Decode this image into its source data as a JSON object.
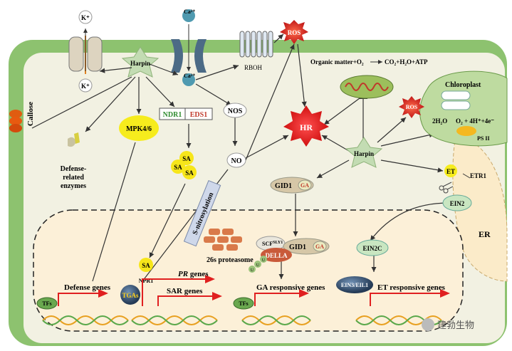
{
  "labels": {
    "k_top": "K⁺",
    "k_bottom": "K⁺",
    "ca_top": "Ca²⁺",
    "ca_bottom": "Ca²⁺",
    "harpin_top": "Harpin",
    "harpin_center": "Harpin",
    "rboh": "RBOH",
    "ros_top": "ROS",
    "ros_chloro": "ROS",
    "callose": "Callose",
    "organic": "Organic matter+O₂",
    "co2": "CO₂+H₂O+ATP",
    "chloroplast": "Chloroplast",
    "h2o": "2H₂O",
    "o2": "O₂ + 4H⁺+4e⁻",
    "ps2": "PS II",
    "ndr1": "NDR1",
    "eds1": "EDS1",
    "nos": "NOS",
    "hr": "HR",
    "mpk": "MPK4/6",
    "sa1": "SA",
    "sa2": "SA",
    "sa3": "SA",
    "sa_nuc": "SA",
    "defense_enz_1": "Defense-",
    "defense_enz_2": "related",
    "defense_enz_3": "enzymes",
    "no": "NO",
    "gid1": "GID1",
    "ga1": "GA",
    "et": "ET",
    "etr1": "ETR1",
    "ein2": "EIN2",
    "er": "ER",
    "snitro": "S-nitrosylation",
    "proteasome": "26s proteasome",
    "scf": "SCF",
    "scf_sup": "SLY1",
    "gid1b": "GID1",
    "ga2": "GA",
    "della": "DELLA",
    "ub1": "U",
    "ub2": "U",
    "ub3": "U",
    "ein2c": "EIN2C",
    "npr1": "NPR1",
    "tfs1": "TFs",
    "defense_genes": "Defense genes",
    "tgas": "TGAs",
    "pr_genes": "PR",
    "pr_genes_suffix": " genes",
    "sar_genes": "SAR genes",
    "tfs2": "TFs",
    "ga_resp": "GA responsive genes",
    "ein3": "EIN3/EIL1",
    "et_resp": "ET responsive genes",
    "watermark": "建勃生物"
  },
  "colors": {
    "cell_wall": "#8dc26f",
    "cytoplasm": "#f2f1e2",
    "nucleus": "#fcf0d8",
    "ros": "#e23a3a",
    "hr_star": "#e8262a",
    "harpin": "#c3dcb3",
    "mpk": "#f6ec1d",
    "sa": "#f7e61a",
    "chloroplast": "#bedba0",
    "mito": "#9cbf5c",
    "red_arrow": "#e02020"
  }
}
